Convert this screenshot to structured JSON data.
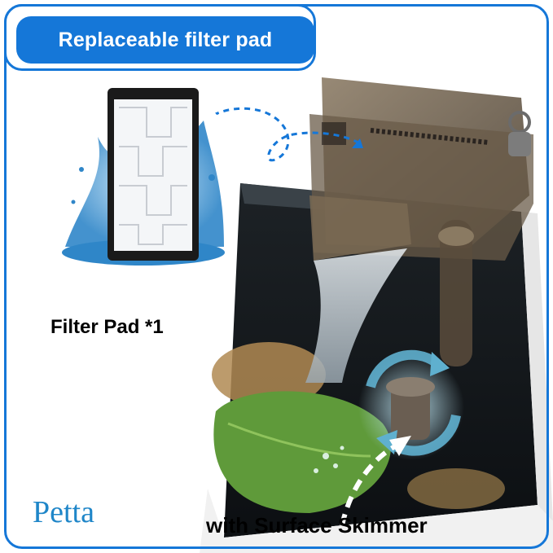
{
  "title": "Replaceable filter pad",
  "pad_label": "Filter Pad *1",
  "brand": "Petta",
  "caption": "with Surface Skimmer",
  "colors": {
    "accent": "#1577d8",
    "brand": "#1f86c8",
    "water": "#3f8fc8",
    "filter_body": "#6a5b48",
    "leaf": "#5f9a3a"
  },
  "icons": [
    "dashed-arrow-icon",
    "rotation-arrows-icon"
  ]
}
